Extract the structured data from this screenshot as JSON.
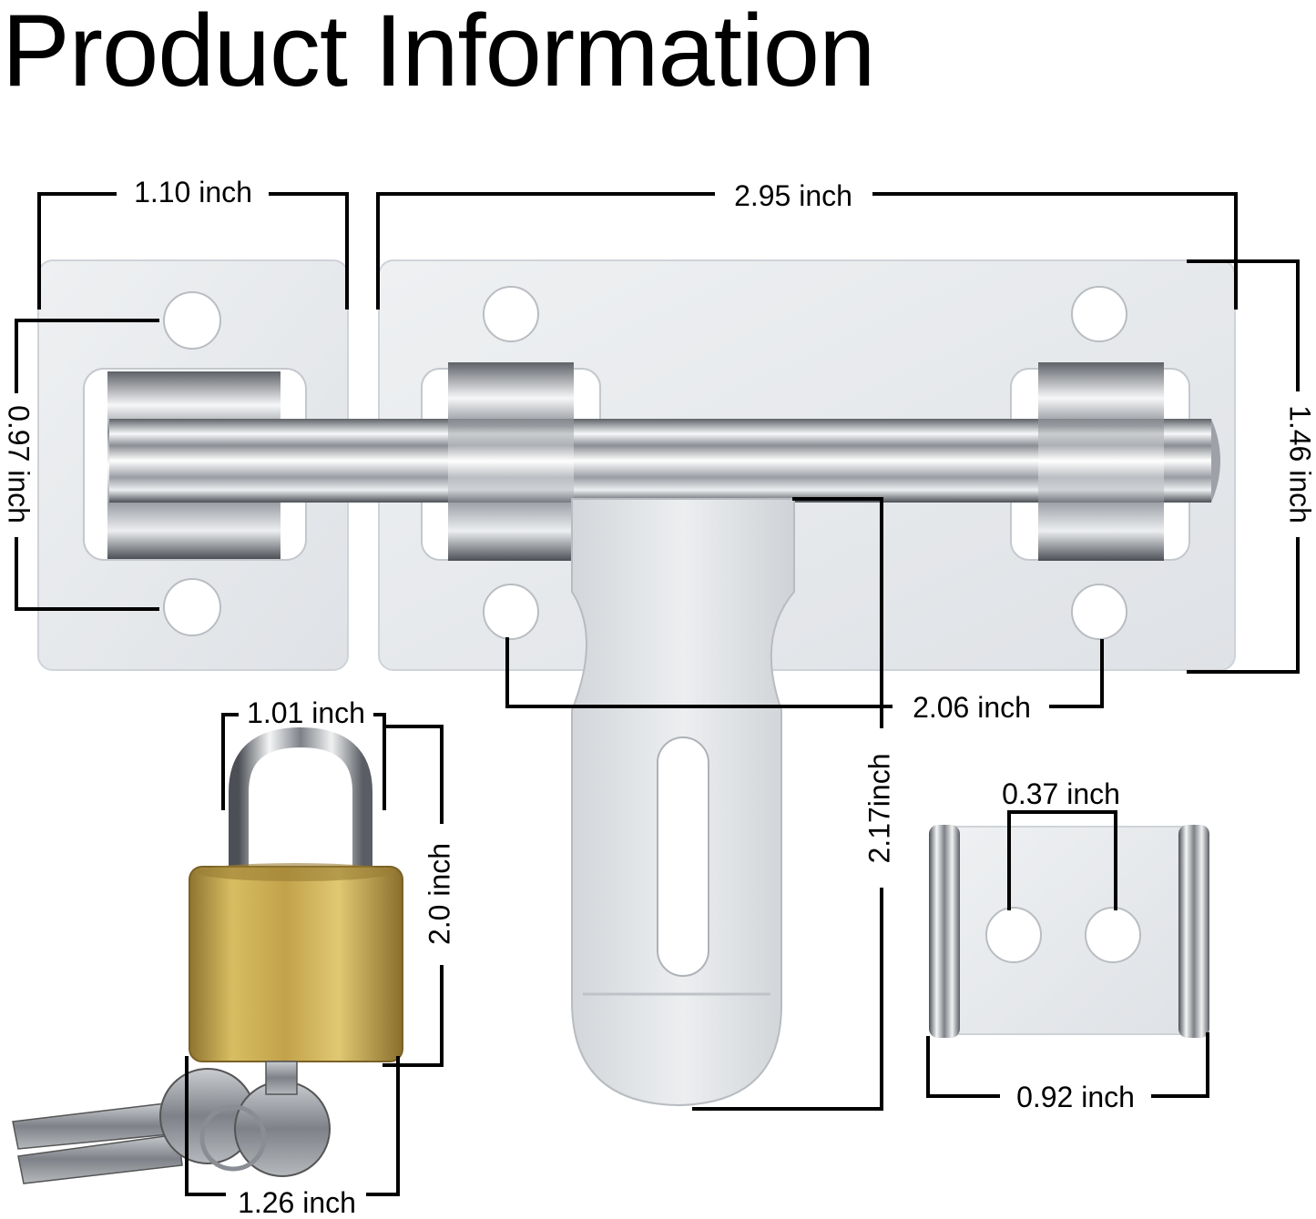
{
  "title": "Product Information",
  "dimensions": {
    "mount_plate_width": "1.10 inch",
    "bolt_body_length": "2.95 inch",
    "mount_hole_spacing": "0.97 inch",
    "plate_height": "1.46 inch",
    "plate_hole_spacing": "2.06 inch",
    "hasp_length": "2.17inch",
    "lock_shackle_width": "1.01 inch",
    "lock_height": "2.0 inch",
    "lock_body_width": "1.26 inch",
    "keeper_hole_spacing": "0.37 inch",
    "keeper_width": "0.92 inch"
  },
  "colors": {
    "plate": "#e9ebee",
    "chrome_dark": "#6c7076",
    "chrome_light": "#f4f5f6",
    "padlock_brass": "#c9a84c",
    "line": "#000000"
  }
}
